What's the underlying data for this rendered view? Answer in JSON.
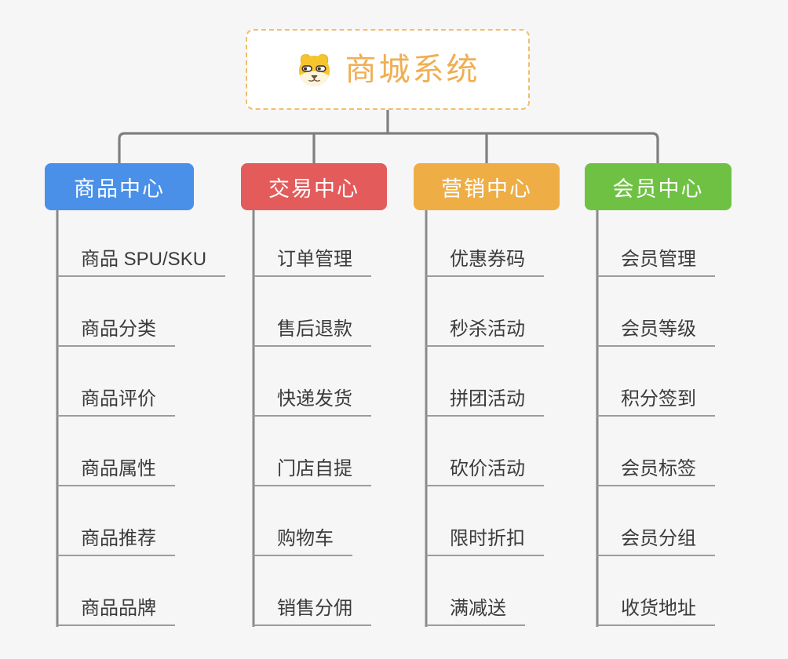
{
  "root": {
    "title": "商城系统",
    "icon": "shiba-dog-icon"
  },
  "branches": [
    {
      "label": "商品中心",
      "color": "#4a90e8",
      "items": [
        "商品 SPU/SKU",
        "商品分类",
        "商品评价",
        "商品属性",
        "商品推荐",
        "商品品牌"
      ]
    },
    {
      "label": "交易中心",
      "color": "#e45b5b",
      "items": [
        "订单管理",
        "售后退款",
        "快递发货",
        "门店自提",
        "购物车",
        "销售分佣"
      ]
    },
    {
      "label": "营销中心",
      "color": "#eeae45",
      "items": [
        "优惠券码",
        "秒杀活动",
        "拼团活动",
        "砍价活动",
        "限时折扣",
        "满减送"
      ]
    },
    {
      "label": "会员中心",
      "color": "#6fc144",
      "items": [
        "会员管理",
        "会员等级",
        "积分签到",
        "会员标签",
        "会员分组",
        "收货地址"
      ]
    }
  ],
  "colors": {
    "background": "#f6f6f6",
    "root_border": "#f3bd6d",
    "root_text": "#f0ae52",
    "connector": "#7f7f7f",
    "leaf_underline": "#9c9c9c",
    "leaf_text": "#3b3b3b"
  }
}
